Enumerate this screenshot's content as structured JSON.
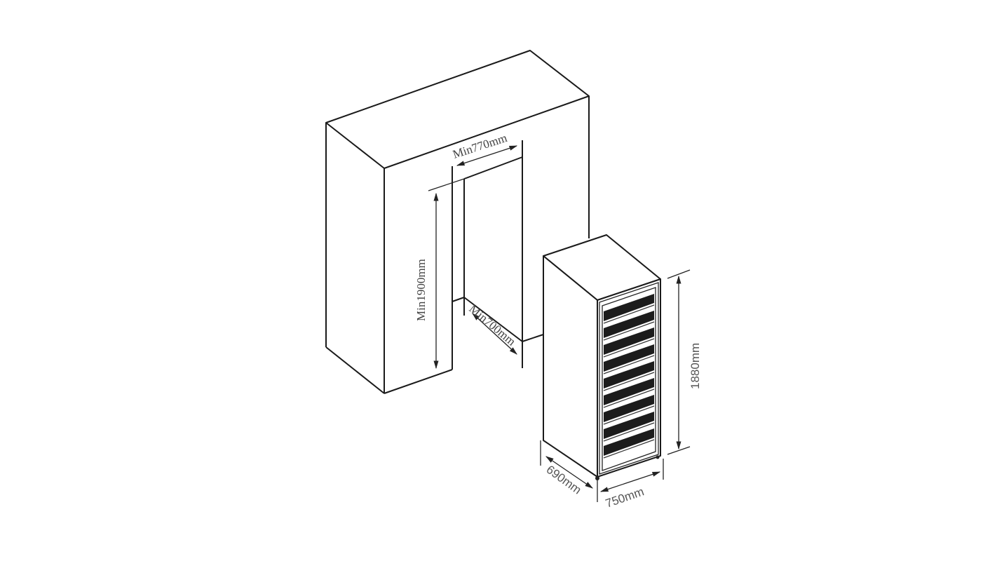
{
  "diagram": {
    "title": "Built-in installation dimensions",
    "cabinet": {
      "min_width_label": "Min770mm",
      "min_height_label": "Min1900mm",
      "min_depth_label": "Min700mm"
    },
    "appliance": {
      "height_label": "1880mm",
      "width_label": "750mm",
      "depth_label": "690mm",
      "shelf_count": 9
    },
    "colors": {
      "line": "#1a1a1a",
      "text": "#444444",
      "shelf": "#1c1c1c"
    }
  }
}
